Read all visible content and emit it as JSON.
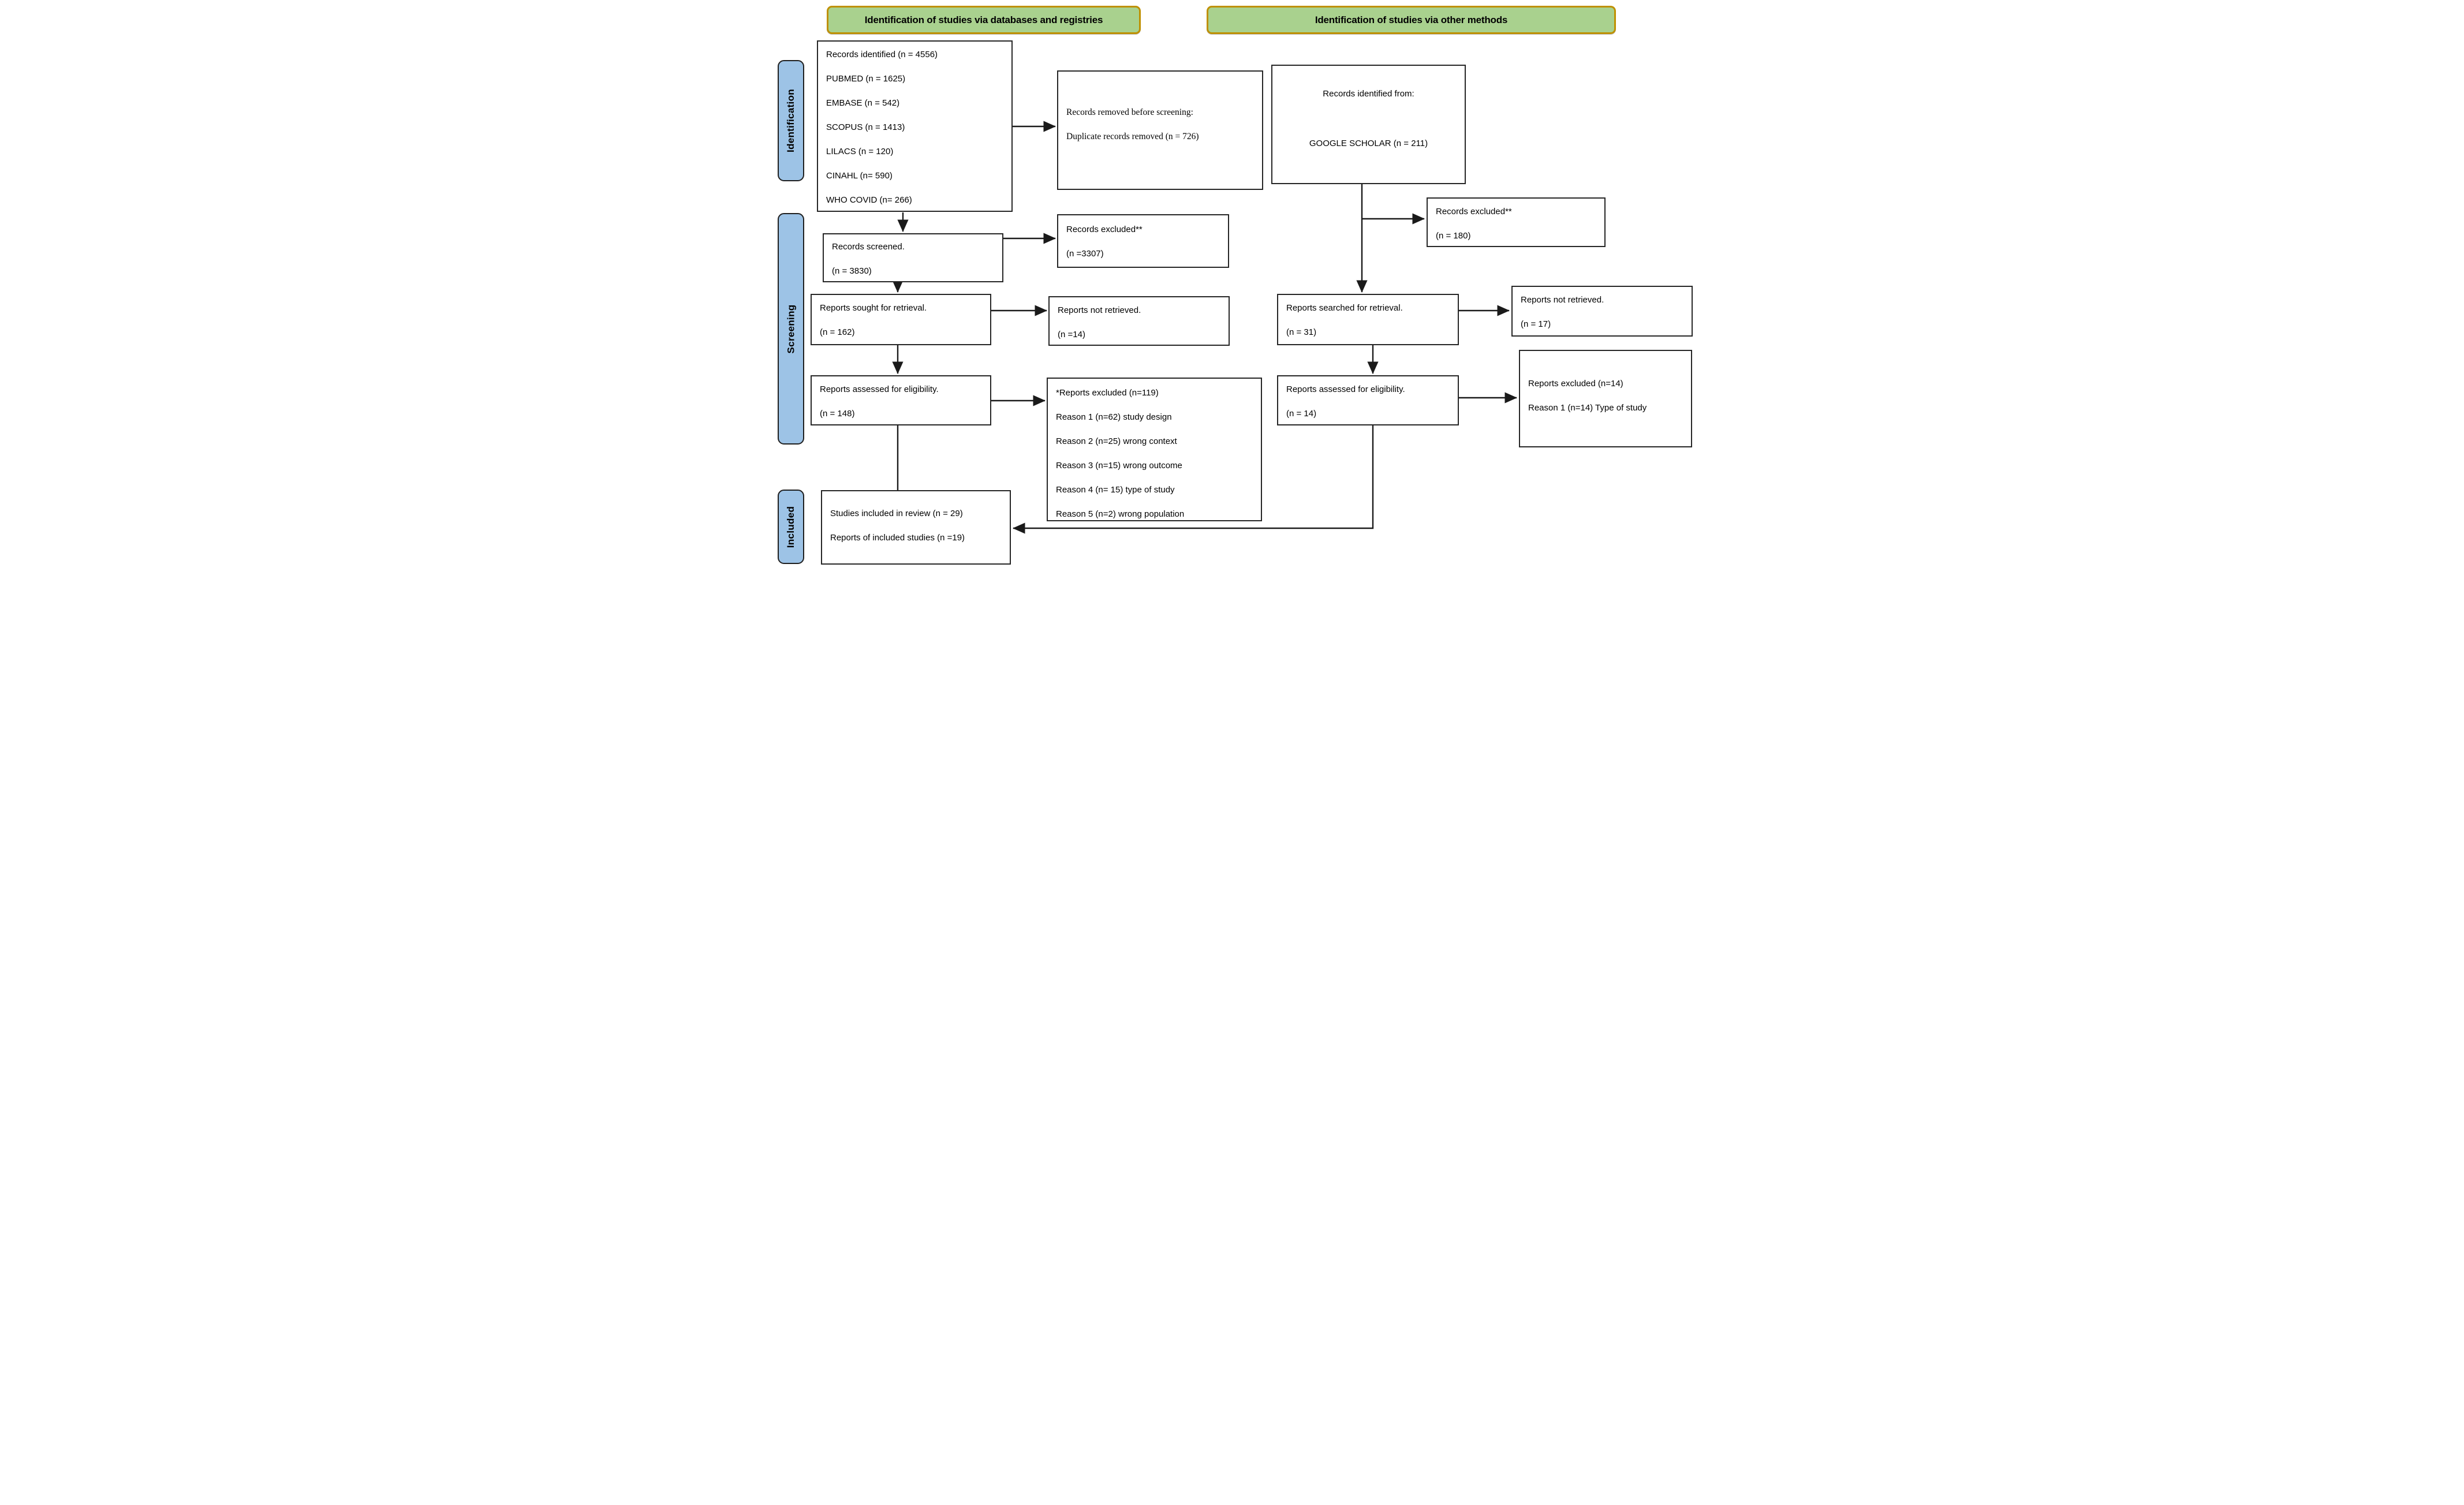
{
  "headers": {
    "left": "Identification of studies via databases and registries",
    "right": "Identification of studies via other methods"
  },
  "side_labels": {
    "identification": "Identification",
    "screening": "Screening",
    "included": "Included"
  },
  "boxes": {
    "records_identified": {
      "lines": [
        "Records identified (n = 4556)",
        "PUBMED (n = 1625)",
        "EMBASE (n = 542)",
        "SCOPUS (n = 1413)",
        "LILACS (n = 120)",
        "CINAHL (n= 590)",
        "WHO COVID (n= 266)"
      ]
    },
    "records_removed": {
      "lines": [
        "Records removed before screening:",
        "Duplicate records removed (n = 726)"
      ]
    },
    "google_scholar": {
      "lines": [
        "Records identified from:",
        "GOOGLE SCHOLAR (n = 211)"
      ]
    },
    "records_excluded_180": {
      "lines": [
        "Records excluded**",
        "(n = 180)"
      ]
    },
    "records_screened": {
      "lines": [
        "Records screened.",
        "(n = 3830)"
      ]
    },
    "records_excluded_3307": {
      "lines": [
        "Records excluded**",
        "(n =3307)"
      ]
    },
    "reports_sought": {
      "lines": [
        "Reports sought for retrieval.",
        "(n = 162)"
      ]
    },
    "reports_not_retrieved_14": {
      "lines": [
        "Reports not retrieved.",
        "(n =14)"
      ]
    },
    "reports_searched": {
      "lines": [
        "Reports searched for retrieval.",
        "(n = 31)"
      ]
    },
    "reports_not_retrieved_17": {
      "lines": [
        "Reports not retrieved.",
        "(n = 17)"
      ]
    },
    "reports_assessed_148": {
      "lines": [
        "Reports assessed for eligibility.",
        "(n = 148)"
      ]
    },
    "reports_excluded_119": {
      "lines": [
        "*Reports excluded (n=119)",
        "Reason 1 (n=62) study design",
        "Reason 2 (n=25) wrong context",
        "Reason 3 (n=15) wrong outcome",
        "Reason 4 (n= 15) type of study",
        "Reason 5 (n=2) wrong population"
      ]
    },
    "reports_assessed_14": {
      "lines": [
        "Reports assessed for eligibility.",
        "(n = 14)"
      ]
    },
    "reports_excluded_14": {
      "lines": [
        "Reports excluded (n=14)",
        "Reason 1 (n=14) Type of study"
      ]
    },
    "studies_included": {
      "lines": [
        "Studies included in review (n = 29)",
        "Reports of included studies (n =19)"
      ]
    }
  },
  "colors": {
    "header_fill": "#a9d18e",
    "header_border": "#bf9000",
    "stage_label_fill": "#9dc3e6",
    "box_border": "#262626",
    "arrow": "#1a1a1a"
  }
}
